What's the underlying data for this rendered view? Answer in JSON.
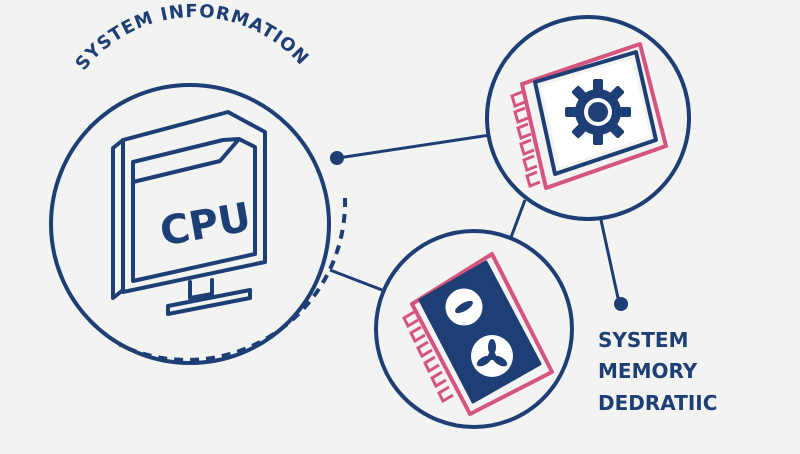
{
  "diagram": {
    "title": "SYSTEM INFORMATION",
    "monitor_label": "CPU",
    "memory_label_lines": [
      "SYSTEM",
      "MEMORY",
      "DEDRATIIC"
    ]
  },
  "icons": {
    "monitor": "cpu-monitor-icon",
    "gear_chip": "gear-chip-icon",
    "graphics_card": "graphics-card-icon"
  },
  "colors": {
    "navy": "#1d3f75",
    "pink": "#d6557f",
    "background": "#f3f3f1"
  }
}
